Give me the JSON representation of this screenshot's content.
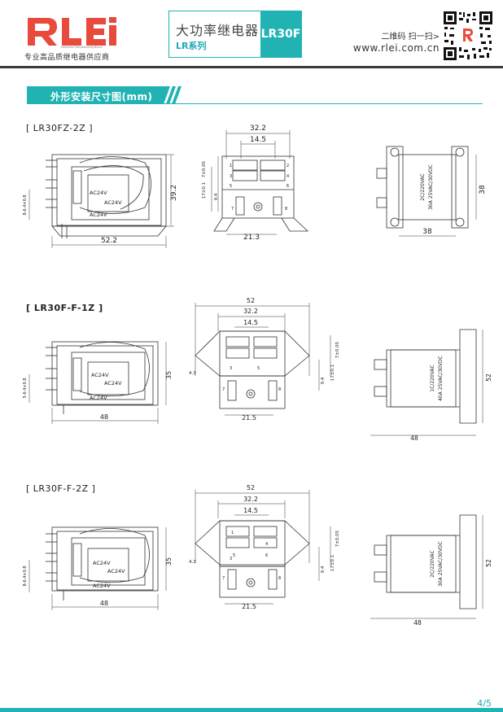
{
  "header": {
    "logo_text": "rLEi",
    "logo_tagline": "Influential Manufacturing Brand",
    "subtitle": "专业高品质继电器供应商",
    "title_cn": "大功率继电器",
    "series": "LR系列",
    "model": "LR30F",
    "qr_label": "二维码 扫一扫>",
    "website": "www.rlei.com.cn"
  },
  "section": {
    "title": "外形安装尺寸图(mm)"
  },
  "drawings": [
    {
      "label": "[ LR30FZ-2Z ]",
      "side": {
        "width": "52.2",
        "height": "39.2",
        "pin": "8-6.4×0.8",
        "coil1": "AC24V",
        "coil2": "AC24V",
        "coil3": "AC24V"
      },
      "front": {
        "w_outer": "32.2",
        "w_inner": "14.5",
        "h1": "7±0.05",
        "h2": "17±0.1",
        "h3": "9.4",
        "base": "21.3",
        "p1": "1",
        "p2": "2",
        "p3": "3",
        "p4": "4",
        "p5": "5",
        "p6": "6",
        "p7": "7",
        "p8": "8"
      },
      "top": {
        "width": "38",
        "height": "38",
        "rating1": "2C/220VAC",
        "rating2": "30A 25VAC/30VDC"
      }
    },
    {
      "label": "[ LR30F-F-1Z ]",
      "side": {
        "width": "48",
        "height": "35",
        "pin": "5-6.4×0.8",
        "coil1": "AC24V",
        "coil2": "AC24V",
        "coil3": "AC24V"
      },
      "front": {
        "w_total": "52",
        "w_outer": "32.2",
        "w_inner": "14.5",
        "h1": "7±0.05",
        "h2": "17±0.1",
        "h3": "9.4",
        "side_h": "4.3",
        "base": "21.5",
        "p3": "3",
        "p5": "5",
        "p7": "7",
        "p8": "8"
      },
      "top": {
        "width": "48",
        "height": "52",
        "rating1": "1C/220VAC",
        "rating2": "40A 25VAC/30VDC"
      }
    },
    {
      "label": "[ LR30F-F-2Z ]",
      "side": {
        "width": "48",
        "height": "35",
        "pin": "8-6.4×0.8",
        "coil1": "AC24V",
        "coil2": "AC24V",
        "coil3": "AC24V"
      },
      "front": {
        "w_total": "52",
        "w_outer": "32.2",
        "w_inner": "14.5",
        "h1": "7±0.05",
        "h2": "17±0.1",
        "h3": "9.4",
        "side_h": "4.3",
        "base": "21.5",
        "p1": "1",
        "p3": "3",
        "p4": "4",
        "p5": "5",
        "p6": "6",
        "p7": "7",
        "p8": "8"
      },
      "top": {
        "width": "48",
        "height": "52",
        "rating1": "2C/220VAC",
        "rating2": "30A 25VAC/30VDC"
      }
    }
  ],
  "footer": {
    "page": "4/5"
  },
  "colors": {
    "accent": "#21b3b3",
    "logo_red": "#e84a3c",
    "line": "#3a3a3a"
  }
}
